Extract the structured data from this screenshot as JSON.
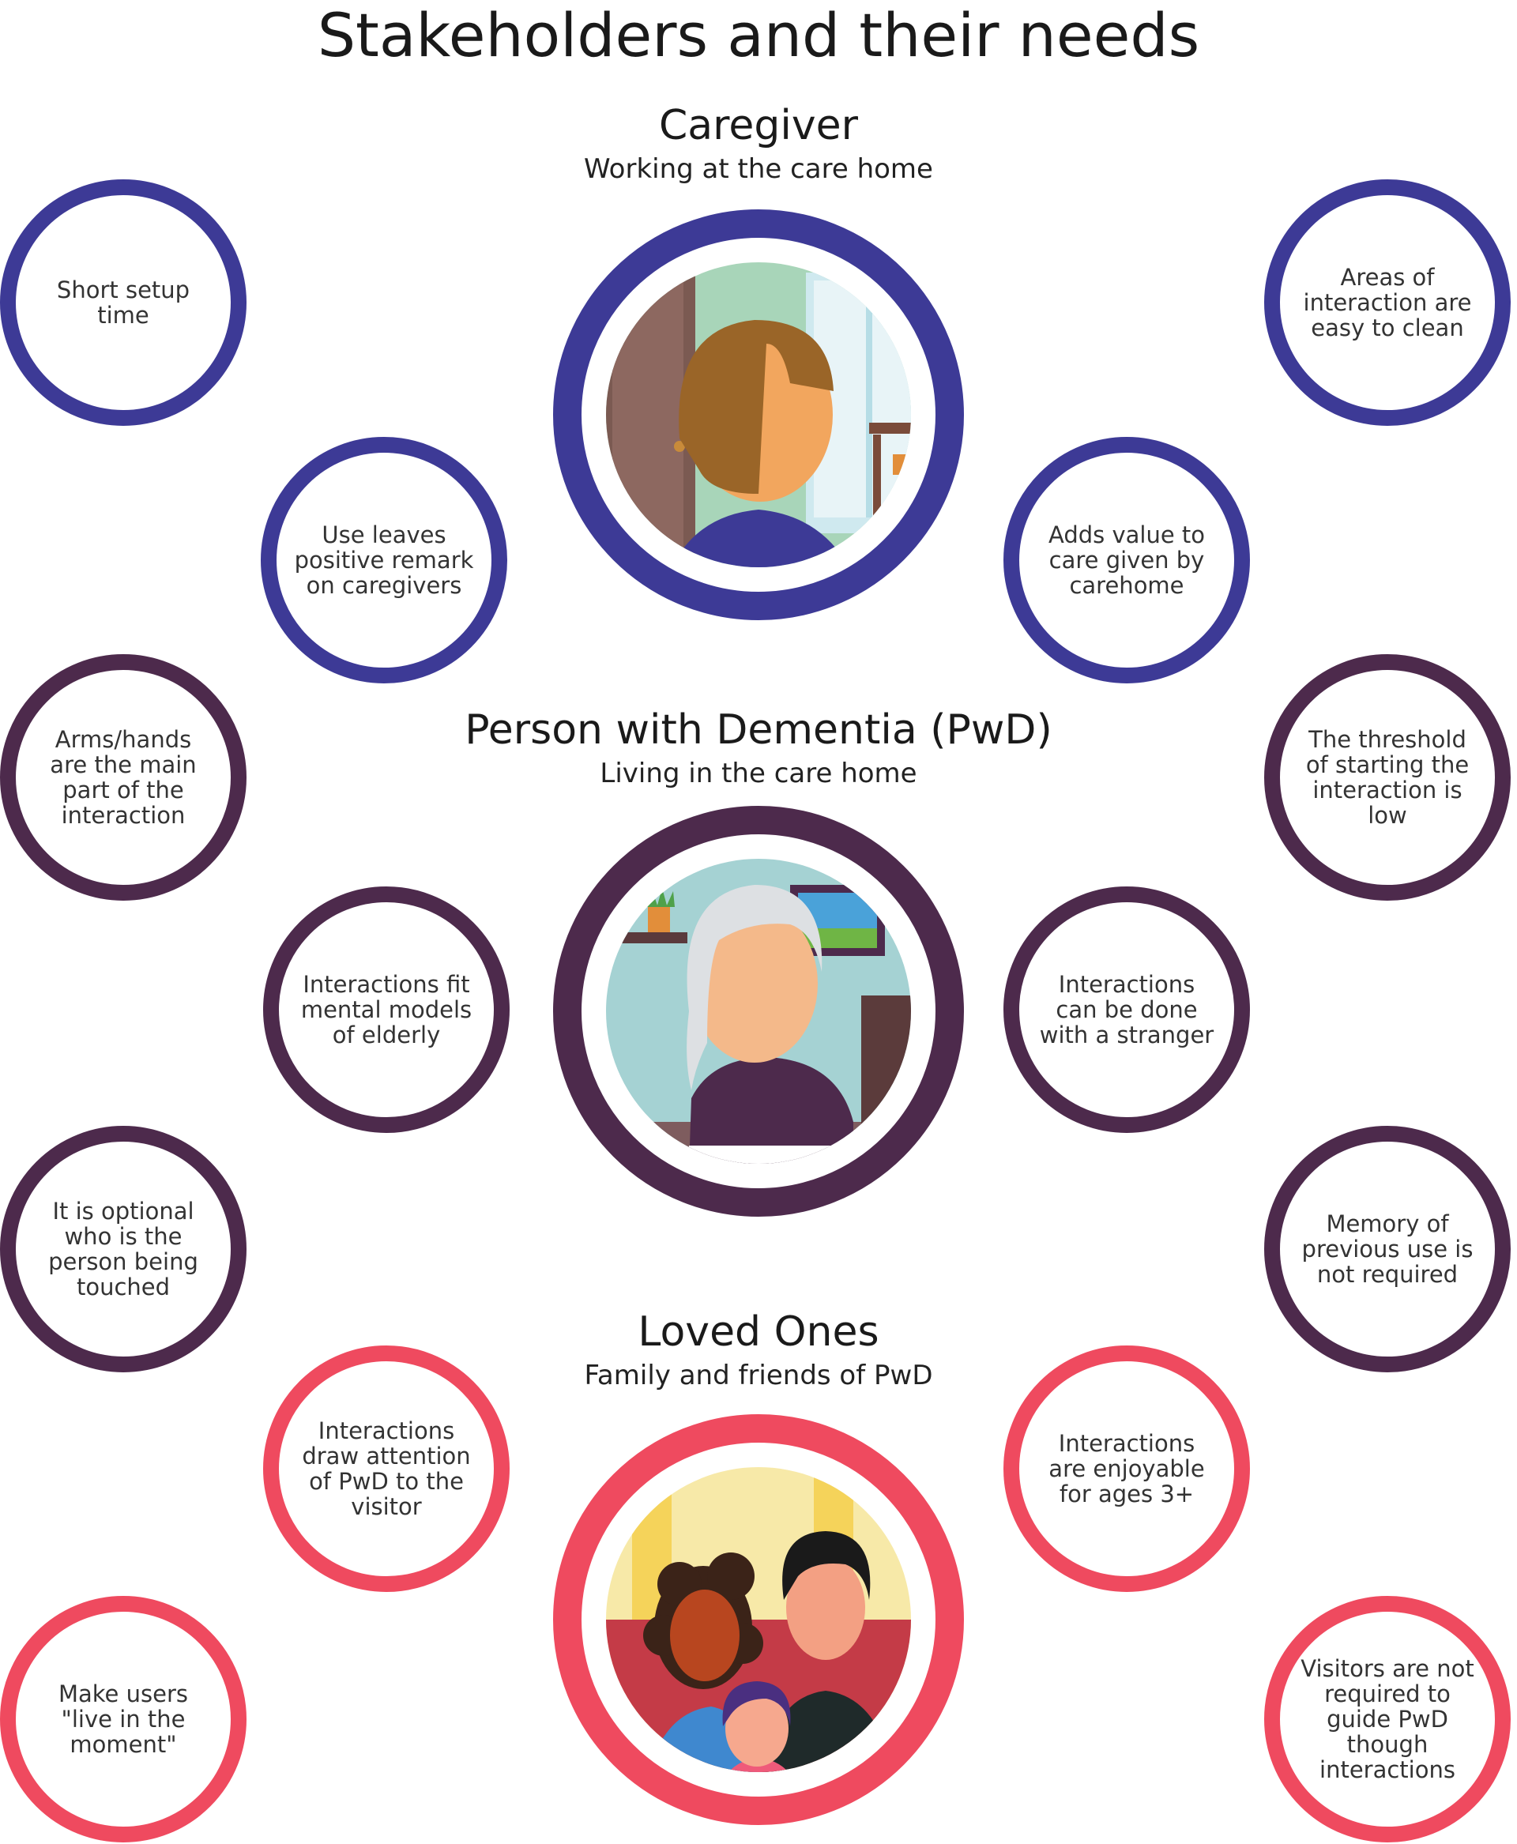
{
  "title": "Stakeholders and their needs",
  "colors": {
    "caregiver": "#3d3a96",
    "pwd": "#4d2a4c",
    "loved_ones": "#ef4a5f"
  },
  "stakeholders": [
    {
      "name": "Caregiver",
      "subtitle": "Working at the care home",
      "needs": [
        "Short setup time",
        "Areas of interaction are easy to clean",
        "Use leaves positive remark on caregivers",
        "Adds value to care given by carehome"
      ]
    },
    {
      "name": "Person with Dementia (PwD)",
      "subtitle": "Living in the care home",
      "needs": [
        "Arms/hands are the main part of the interaction",
        "The threshold of starting the interaction is low",
        "Interactions fit mental models of elderly",
        "Interactions can be done with a stranger",
        "It is optional who is the person being touched",
        "Memory of previous use is not required"
      ]
    },
    {
      "name": "Loved Ones",
      "subtitle": "Family and friends of PwD",
      "needs": [
        "Interactions draw attention of PwD to the visitor",
        "Interactions are enjoyable for ages 3+",
        "Make users \"live in the moment\"",
        "Visitors are not required to guide PwD though interactions"
      ]
    }
  ]
}
